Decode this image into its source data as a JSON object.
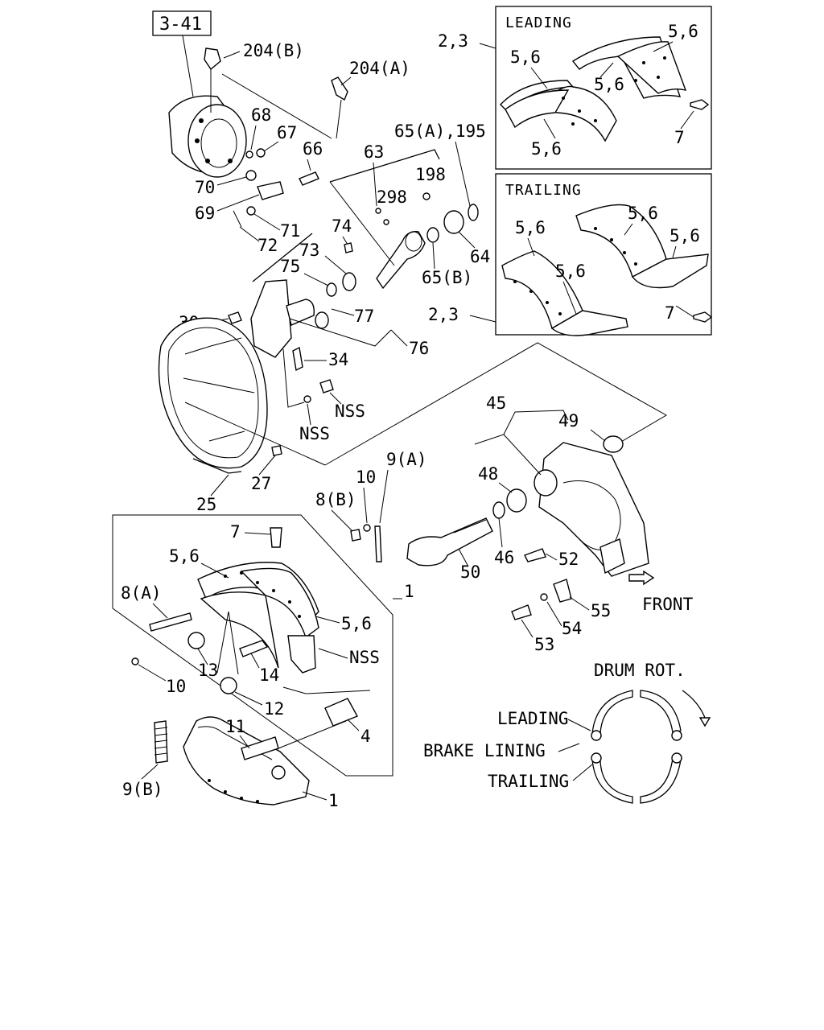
{
  "reference_box": "3-41",
  "panels": {
    "leading_title": "LEADING",
    "trailing_title": "TRAILING"
  },
  "labels": {
    "p204b": "204(B)",
    "p204a": "204(A)",
    "p23_top": "2,3",
    "p56_lead_a": "5,6",
    "p56_lead_b": "5,6",
    "p56_lead_c": "5,6",
    "p56_lead_d": "5,6",
    "p7_lead": "7",
    "p68": "68",
    "p67": "67",
    "p66": "66",
    "p65a195": "65(A),195",
    "p63": "63",
    "p198": "198",
    "p298": "298",
    "p70": "70",
    "p69": "69",
    "p71": "71",
    "p72": "72",
    "p74": "74",
    "p73": "73",
    "p75": "75",
    "p64": "64",
    "p65b": "65(B)",
    "p56_trail_a": "5,6",
    "p56_trail_b": "5,6",
    "p56_trail_c": "5,6",
    "p56_trail_d": "5,6",
    "p23_bottom": "2,3",
    "p7_trail": "7",
    "p30": "30",
    "p77": "77",
    "p76": "76",
    "p34": "34",
    "nss_a": "NSS",
    "nss_b": "NSS",
    "p45": "45",
    "p49": "49",
    "p48": "48",
    "p9a": "9(A)",
    "p10_top": "10",
    "p8b": "8(B)",
    "p27": "27",
    "p25": "25",
    "p7_shoe": "7",
    "p46": "46",
    "p52": "52",
    "p50": "50",
    "p56_shoe_a": "5,6",
    "p8a": "8(A)",
    "p1_top": "1",
    "p55": "55",
    "front": "FRONT",
    "p54": "54",
    "p53": "53",
    "p56_shoe_b": "5,6",
    "nss_c": "NSS",
    "p13": "13",
    "p14": "14",
    "p10_bottom": "10",
    "p12": "12",
    "drum_rot": "DRUM ROT.",
    "leading_legend": "LEADING",
    "p11": "11",
    "p4": "4",
    "brake_lining": "BRAKE LINING",
    "trailing_legend": "TRAILING",
    "p9b": "9(B)",
    "p1_bottom": "1"
  }
}
